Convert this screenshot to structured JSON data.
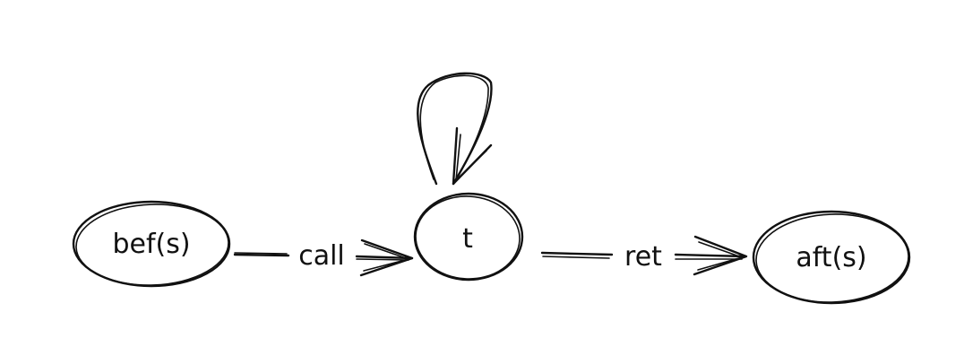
{
  "diagram": {
    "nodes": [
      {
        "id": "bef",
        "label": "bef(s)"
      },
      {
        "id": "t",
        "label": "t"
      },
      {
        "id": "aft",
        "label": "aft(s)"
      }
    ],
    "edges": [
      {
        "from": "bef",
        "to": "t",
        "label": "call"
      },
      {
        "from": "t",
        "to": "aft",
        "label": "ret"
      },
      {
        "from": "t",
        "to": "t",
        "label": ""
      }
    ]
  }
}
